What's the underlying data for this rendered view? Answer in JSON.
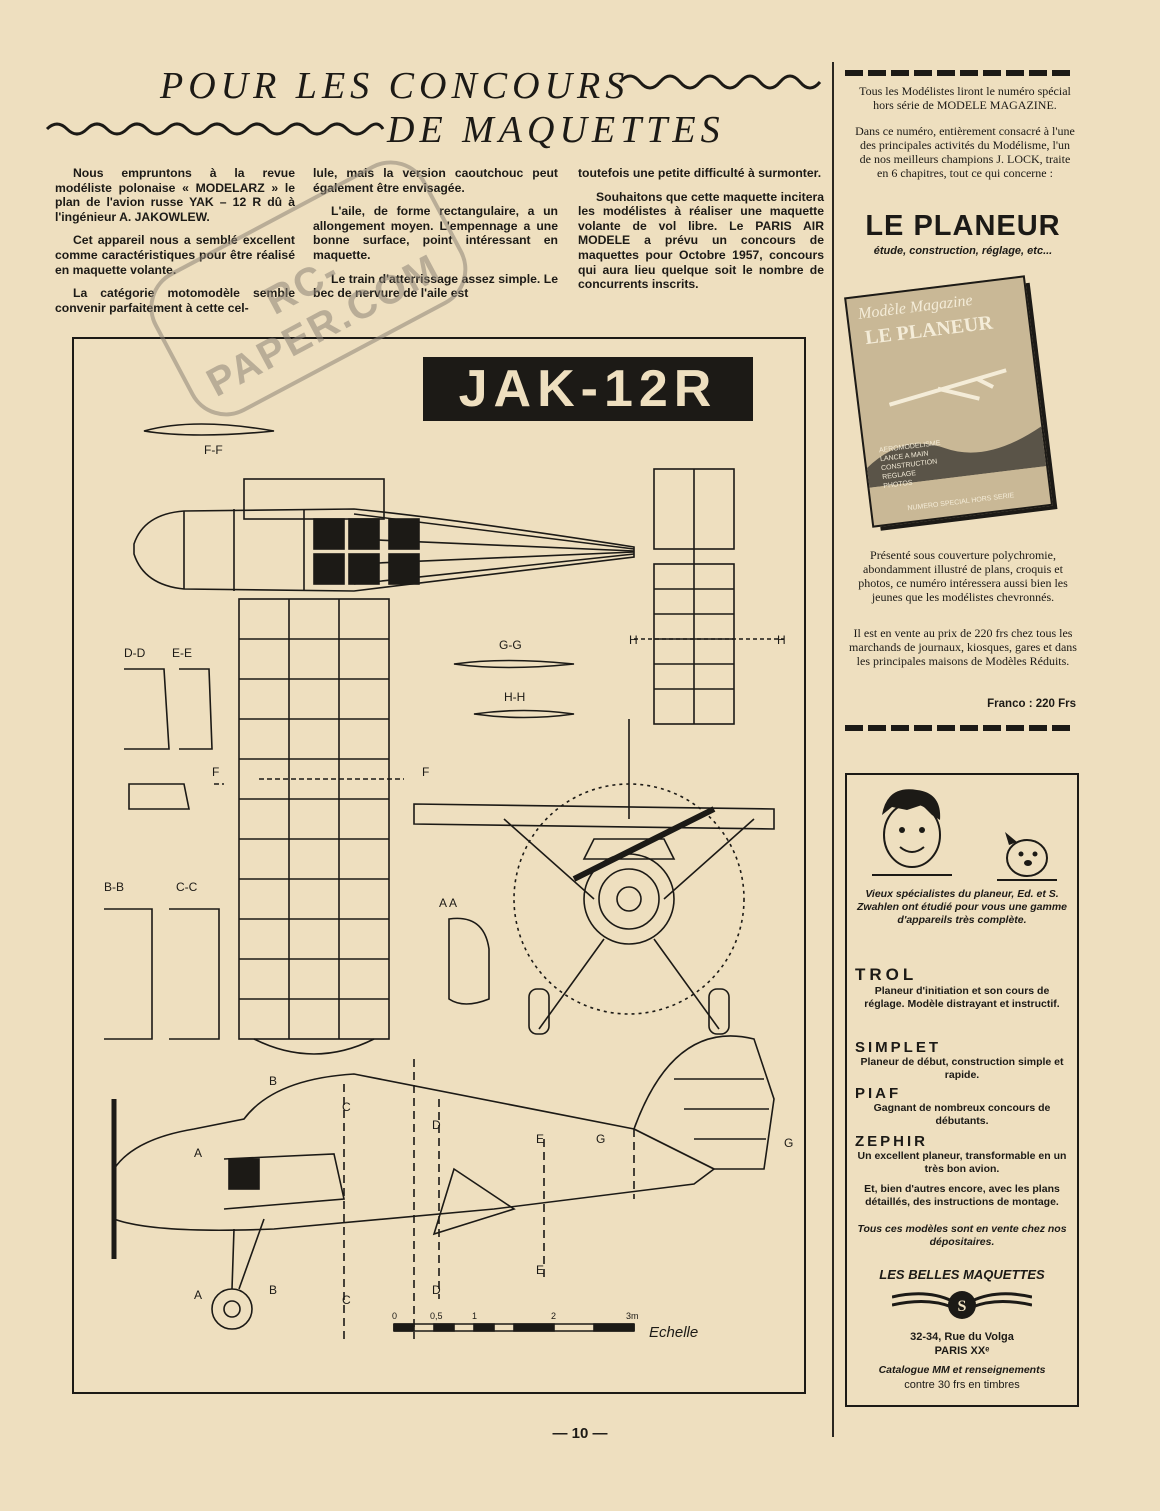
{
  "header": {
    "title_line1": "POUR LES CONCOURS",
    "title_line2": "DE MAQUETTES"
  },
  "article": {
    "col1": [
      "Nous empruntons à la revue modéliste polonaise « MODELARZ » le plan de l'avion russe YAK – 12 R dû à l'ingénieur A. JAKOWLEW.",
      "Cet appareil nous a semblé excellent comme caractéristiques pour être réalisé en maquette volante.",
      "La catégorie motomodèle semble convenir parfaitement à cette cel-"
    ],
    "col2": [
      "lule, mais la version caoutchouc peut également être envisagée.",
      "L'aile, de forme rectangulaire, a un allongement moyen. L'empennage a une bonne surface, point intéressant en maquette.",
      "Le train d'atterrissage assez simple. Le bec de nervure de l'aile est"
    ],
    "col3": [
      "toutefois une petite difficulté à surmonter.",
      "Souhaitons que cette maquette incitera les modélistes à réaliser une maquette volante de vol libre. Le PARIS AIR MODELE a prévu un concours de maquettes pour Octobre 1957, concours qui aura lieu quelque soit le nombre de concurrents inscrits."
    ]
  },
  "plan": {
    "banner": "JAK-12R",
    "labels": {
      "ff": "F-F",
      "dd": "D-D",
      "ee": "E-E",
      "gg": "G-G",
      "hh": "H-H",
      "h": "H",
      "f": "F",
      "bb": "B-B",
      "cc": "C-C",
      "aa": "A A",
      "a": "A",
      "b": "B",
      "c": "C",
      "d": "D",
      "e": "E",
      "g": "G"
    },
    "scale": {
      "label": "Echelle",
      "ticks": [
        "0",
        "0,5",
        "1",
        "2",
        "3m"
      ]
    }
  },
  "watermark": "RC-PAPER.COM",
  "sidebar_promo": {
    "intro": "Tous les Modélistes liront le numéro spécial hors série de MODELE MAGAZINE.",
    "body": "Dans ce numéro, entièrement consacré à l'une des principales activités du Modélisme, l'un de nos meilleurs champions J. LOCK, traite en 6 chapitres, tout ce qui concerne :",
    "headline": "LE PLANEUR",
    "subhead": "étude, construction, réglage, etc...",
    "cover_title1": "Modèle Magazine",
    "cover_title2": "LE PLANEUR",
    "cover_list": [
      "AEROMODELISME",
      "LANCE A MAIN",
      "CONSTRUCTION",
      "REGLAGE",
      "PHOTOS"
    ],
    "cover_footer": "NUMERO SPECIAL HORS SERIE",
    "para1": "Présenté sous couverture polychromie, abondamment illustré de plans, croquis et photos, ce numéro intéressera aussi bien les jeunes que les modélistes chevronnés.",
    "para2": "Il est en vente au prix de 220 frs chez tous les marchands de journaux, kiosques, gares et dans les principales maisons de Modèles Réduits.",
    "price": "Franco : 220 Frs"
  },
  "ad": {
    "intro": "Vieux spécialistes du planeur, Ed. et S. Zwahlen ont étudié pour vous une gamme d'appareils très complète.",
    "products": [
      {
        "name": "TROL",
        "desc": "Planeur d'initiation et son cours de réglage. Modèle distrayant et instructif."
      },
      {
        "name": "SIMPLET",
        "desc": "Planeur de début, construction simple et rapide."
      },
      {
        "name": "PIAF",
        "desc": "Gagnant de nombreux concours de débutants."
      },
      {
        "name": "ZEPHIR",
        "desc": "Un excellent planeur, transformable en un très bon avion."
      }
    ],
    "more": "Et, bien d'autres encore, avec les plans détaillés, des instructions de montage.",
    "more_italic": "Tous ces modèles sont en vente chez nos dépositaires.",
    "brand": "LES BELLES MAQUETTES",
    "address1": "32-34, Rue du Volga",
    "address2": "PARIS XXᵉ",
    "catalogue": "Catalogue MM et renseignements",
    "catalogue2": "contre 30 frs en timbres"
  },
  "footer": {
    "page": "— 10 —"
  }
}
